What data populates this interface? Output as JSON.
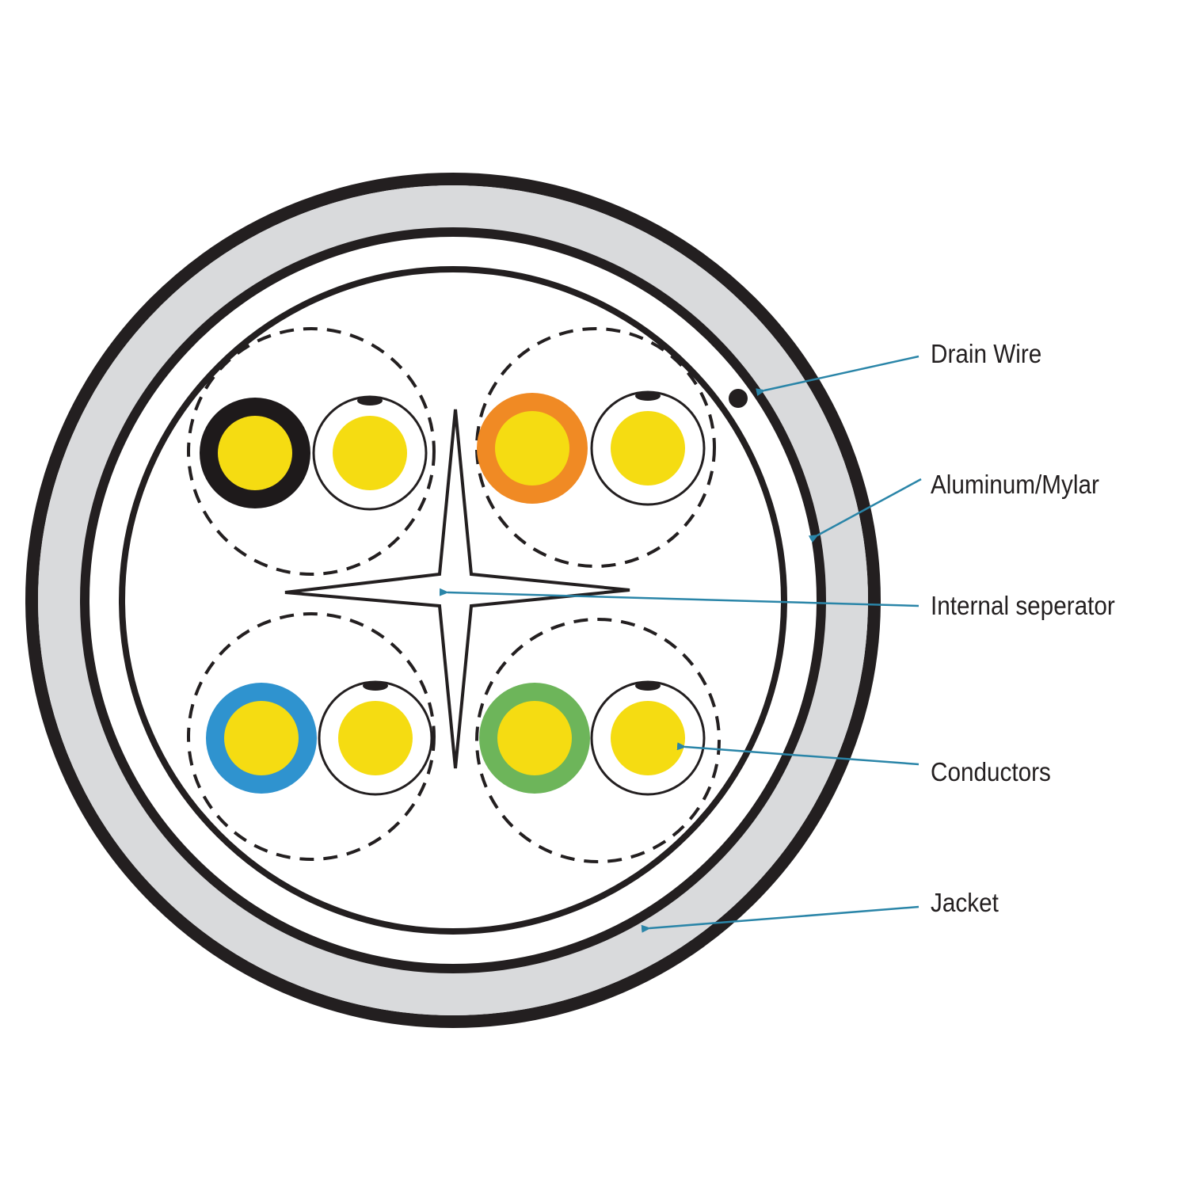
{
  "labels": {
    "drain_wire": "Drain Wire",
    "aluminum_mylar": "Aluminum/Mylar",
    "internal_separator": "Internal seperator",
    "conductors": "Conductors",
    "jacket": "Jacket"
  },
  "colors": {
    "jacket": "#d9dadc",
    "outline": "#231f20",
    "conductor": "#f5dc12",
    "arrow": "#2a85a8",
    "pair_colors": [
      "#1e1a1b",
      "#f08a24",
      "#2f93cf",
      "#6db55a"
    ]
  }
}
